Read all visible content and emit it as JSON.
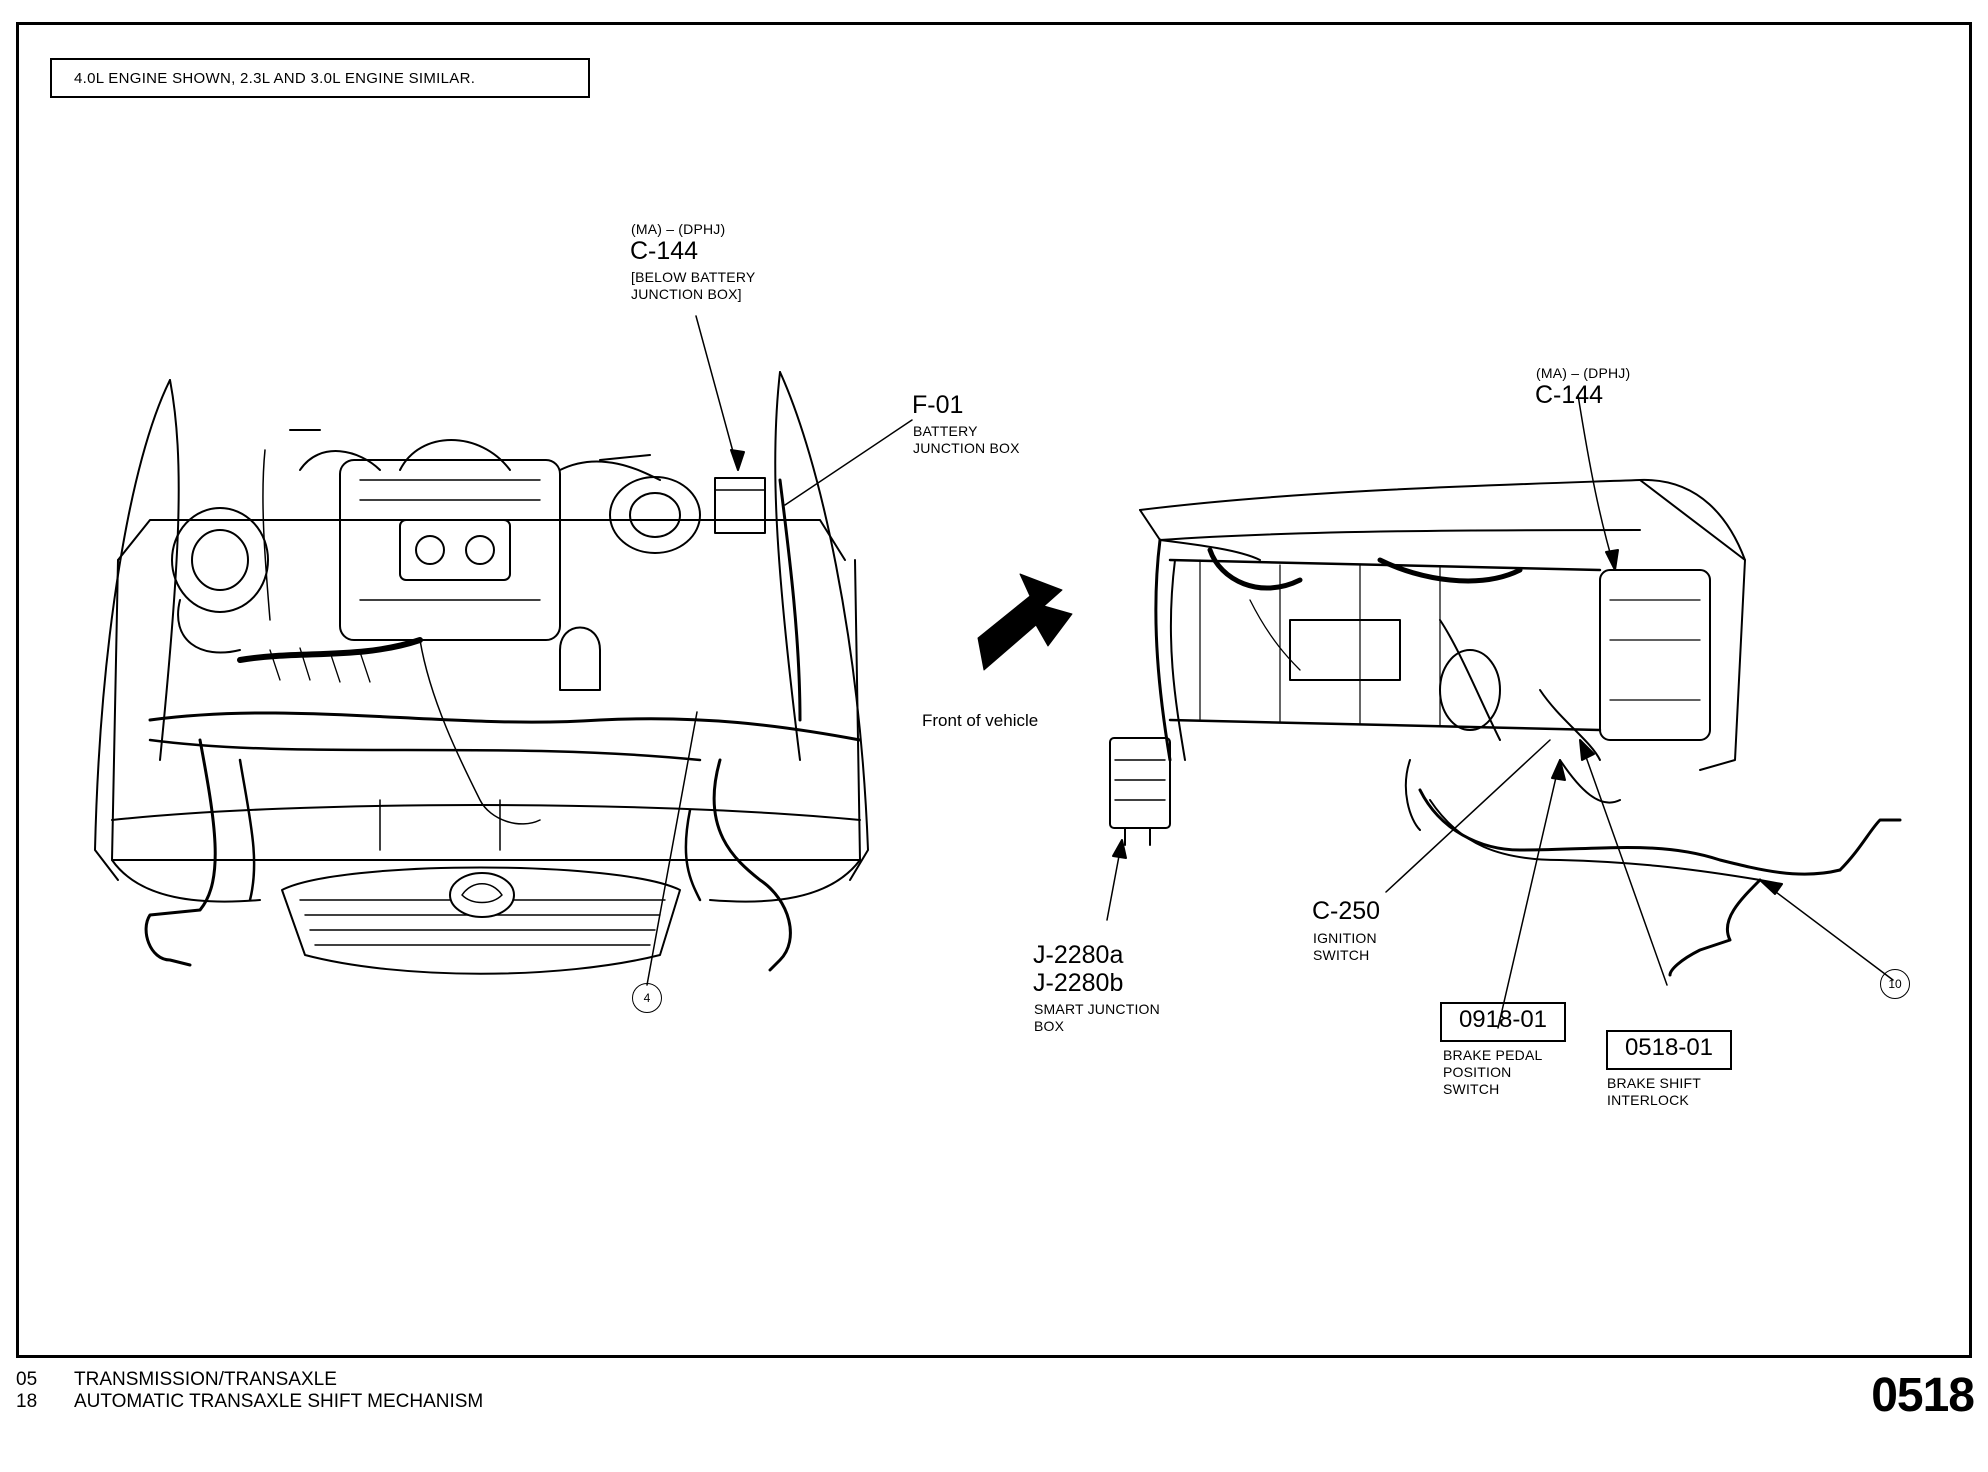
{
  "note": "4.0L ENGINE SHOWN, 2.3L AND 3.0L ENGINE SIMILAR.",
  "labels": {
    "c144_left": {
      "variant": "(MA) – (DPHJ)",
      "code": "C-144",
      "desc1": "[BELOW BATTERY",
      "desc2": "JUNCTION BOX]"
    },
    "f01": {
      "code": "F-01",
      "desc1": "BATTERY",
      "desc2": "JUNCTION BOX"
    },
    "c144_right": {
      "variant": "(MA) – (DPHJ)",
      "code": "C-144"
    },
    "front": "Front of vehicle",
    "c250": {
      "code": "C-250",
      "desc1": "IGNITION",
      "desc2": "SWITCH"
    },
    "j2280": {
      "code1": "J-2280a",
      "code2": "J-2280b",
      "desc1": "SMART JUNCTION",
      "desc2": "BOX"
    },
    "c0918": {
      "code": "0918-01",
      "desc1": "BRAKE PEDAL",
      "desc2": "POSITION",
      "desc3": "SWITCH"
    },
    "c0518": {
      "code": "0518-01",
      "desc1": "BRAKE SHIFT",
      "desc2": "INTERLOCK"
    },
    "callout4": "4",
    "callout10": "10"
  },
  "footer": {
    "line1_num": "05",
    "line1_text": "TRANSMISSION/TRANSAXLE",
    "line2_num": "18",
    "line2_text": "AUTOMATIC TRANSAXLE SHIFT MECHANISM",
    "page": "0518"
  }
}
